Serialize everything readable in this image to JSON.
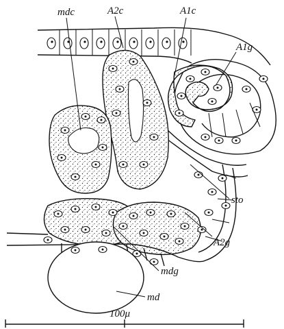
{
  "figure": {
    "labels": {
      "mdc": "mdc",
      "a2c": "A2c",
      "a1c": "A1c",
      "a1g": "A1g",
      "sto": "sto",
      "a2g": "A2g",
      "mdg": "mdg",
      "md": "md"
    },
    "scale_bar": {
      "label": "100μ"
    }
  }
}
